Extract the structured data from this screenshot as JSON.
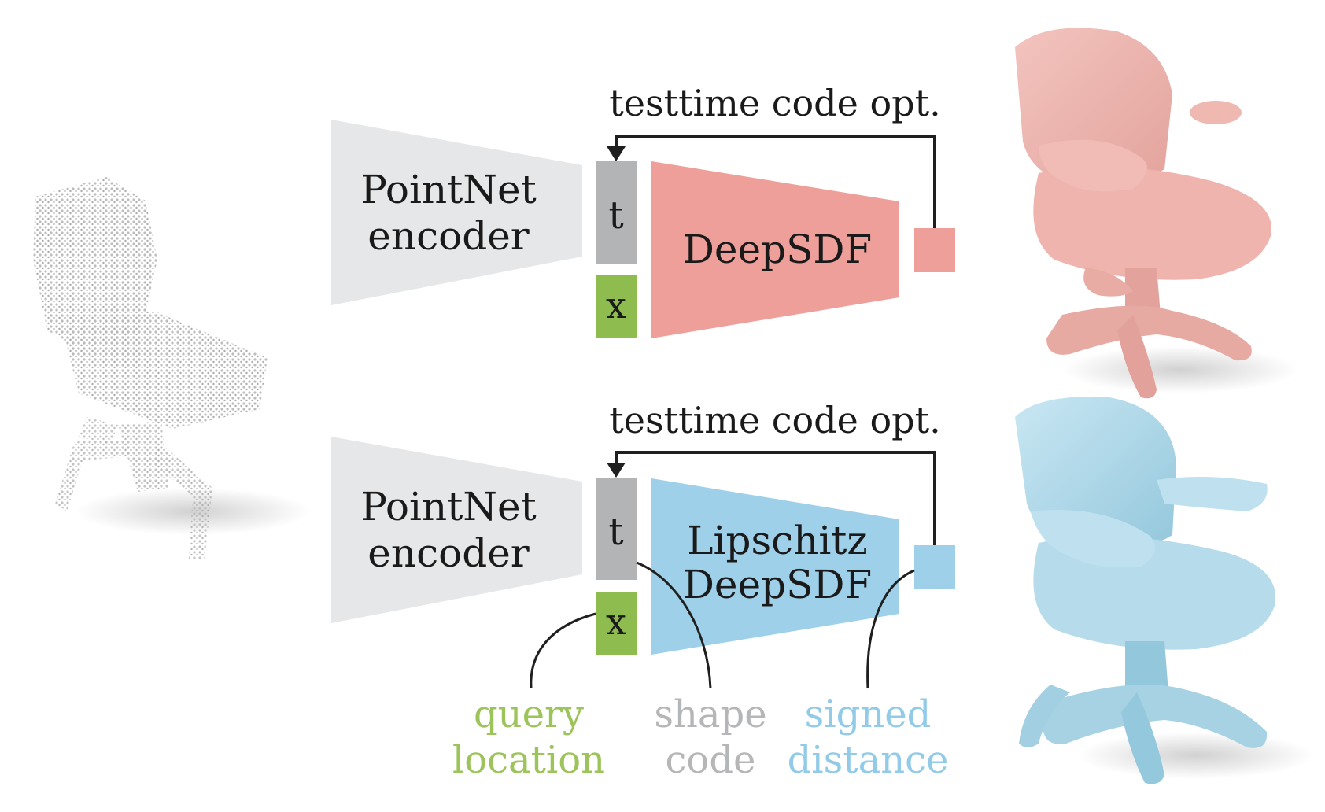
{
  "top": {
    "loop_label": "testtime code opt.",
    "encoder_line1": "PointNet",
    "encoder_line2": "encoder",
    "code_t": "t",
    "code_x": "x",
    "decoder_line1": "DeepSDF"
  },
  "bottom": {
    "loop_label": "testtime code opt.",
    "encoder_line1": "PointNet",
    "encoder_line2": "encoder",
    "code_t": "t",
    "code_x": "x",
    "decoder_line1": "Lipschitz",
    "decoder_line2": "DeepSDF"
  },
  "legend": {
    "query_line1": "query",
    "query_line2": "location",
    "shape_line1": "shape",
    "shape_line2": "code",
    "signed_line1": "signed",
    "signed_line2": "distance"
  },
  "colors": {
    "encoder": "#e6e7e8",
    "code_t": "#b3b4b6",
    "code_x": "#8fbc4f",
    "deepsdf": "#ee9f9a",
    "lipschitz": "#9fd0ea",
    "label_query": "#9dc45a",
    "label_shape": "#b5b6b8",
    "label_signed": "#92cbe8",
    "line": "#1f1f1f"
  },
  "icons": {
    "input": "point-cloud-chair",
    "output_top": "mesh-chair-pink",
    "output_bottom": "mesh-chair-blue"
  }
}
